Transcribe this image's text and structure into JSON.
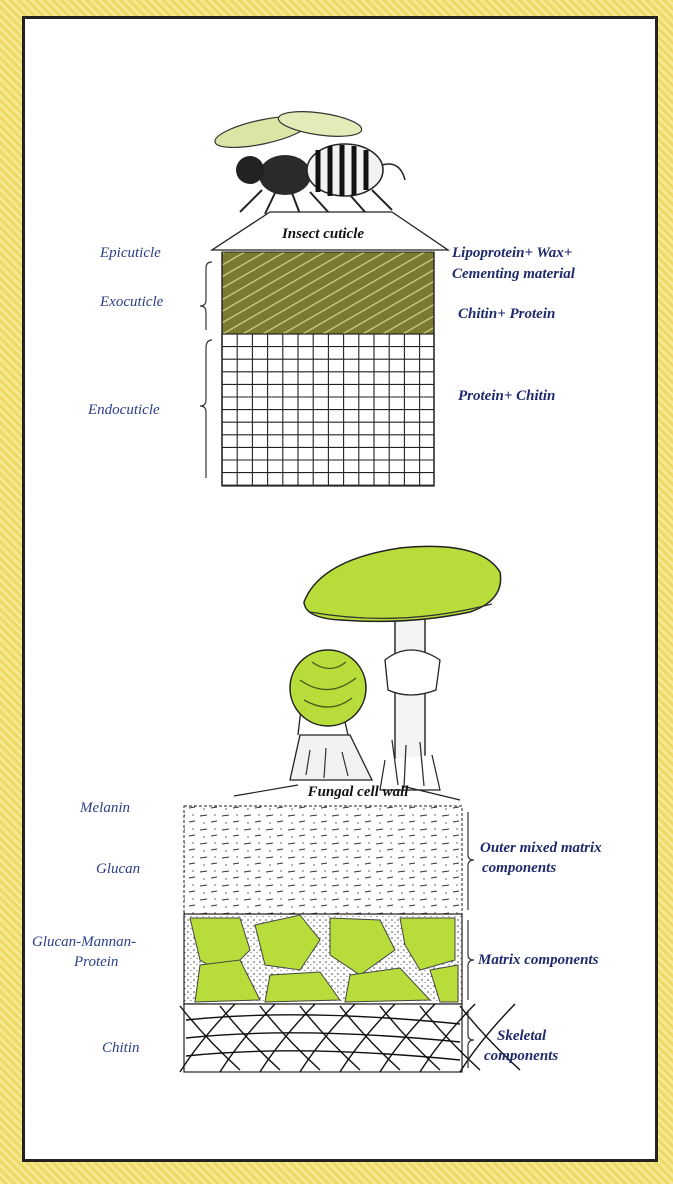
{
  "insect": {
    "title": "Insect cuticle",
    "left_labels": [
      "Epicuticle",
      "Exocuticle",
      "Endocuticle"
    ],
    "right_labels": [
      "Lipoprotein+ Wax+",
      "Cementing material",
      "Chitin+ Protein",
      "Protein+ Chitin"
    ]
  },
  "fungus": {
    "title": "Fungal cell wall",
    "left_labels": [
      "Melanin",
      "Glucan",
      "Glucan-Mannan-",
      "Protein",
      "Chitin"
    ],
    "right_labels": [
      "Outer mixed matrix",
      "components",
      "Matrix components",
      "Skeletal",
      "components"
    ]
  },
  "colors": {
    "green": "#b8dc3a",
    "olive": "#6f6a2a",
    "navy": "#1f2a6e"
  },
  "icons": [
    "bee-icon",
    "mushroom-icon",
    "small-fungus-icon"
  ]
}
